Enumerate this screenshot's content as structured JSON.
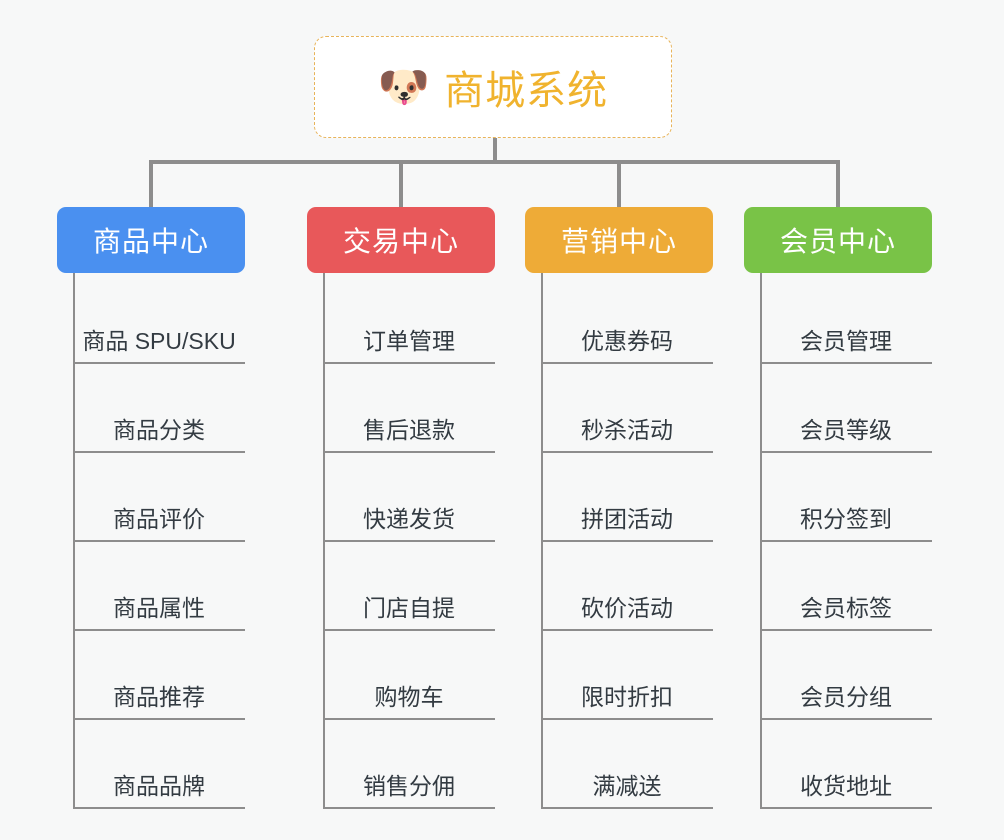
{
  "canvas": {
    "background_color": "#f7f8f8",
    "connector_color": "#8d8d8d"
  },
  "root": {
    "icon": "shiba-dog-face-emoji",
    "emoji": "🐶",
    "title": "商城系统",
    "text_color": "#f0b32e",
    "border_color": "#e8b45a",
    "background_color": "#ffffff"
  },
  "branches": [
    {
      "label": "商品中心",
      "color": "#4a90f0",
      "items": [
        "商品 SPU/SKU",
        "商品分类",
        "商品评价",
        "商品属性",
        "商品推荐",
        "商品品牌"
      ]
    },
    {
      "label": "交易中心",
      "color": "#e8585a",
      "items": [
        "订单管理",
        "售后退款",
        "快递发货",
        "门店自提",
        "购物车",
        "销售分佣"
      ]
    },
    {
      "label": "营销中心",
      "color": "#eeab37",
      "items": [
        "优惠券码",
        "秒杀活动",
        "拼团活动",
        "砍价活动",
        "限时折扣",
        "满减送"
      ]
    },
    {
      "label": "会员中心",
      "color": "#79c347",
      "items": [
        "会员管理",
        "会员等级",
        "积分签到",
        "会员标签",
        "会员分组",
        "收货地址"
      ]
    }
  ]
}
